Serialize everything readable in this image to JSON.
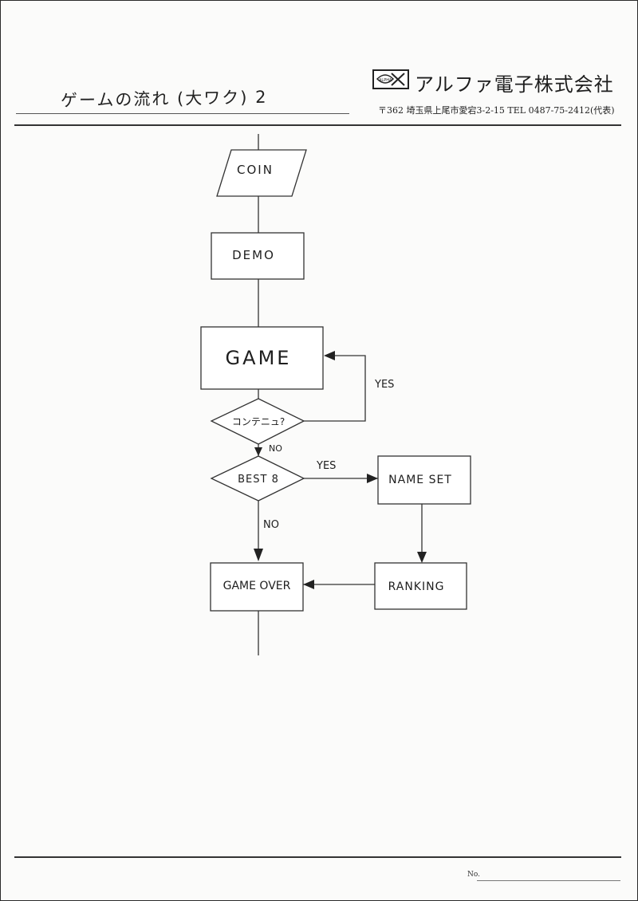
{
  "header": {
    "title": "ゲームの流れ (大ワク) 2",
    "logo_text": "ALPHA",
    "company_name": "アルファ電子株式会社",
    "address": "〒362 埼玉県上尾市愛宕3-2-15 TEL 0487-75-2412(代表)"
  },
  "footer": {
    "no_label": "No."
  },
  "flowchart": {
    "nodes": {
      "coin": "COIN",
      "demo": "DEMO",
      "game": "GAME",
      "continue": "コンテニュ?",
      "best8": "BEST 8",
      "name_set": "NAME SET",
      "ranking": "RANKING",
      "game_over": "GAME OVER"
    },
    "edge_labels": {
      "continue_yes": "YES",
      "continue_no": "NO",
      "best8_yes": "YES",
      "best8_no": "NO"
    }
  }
}
